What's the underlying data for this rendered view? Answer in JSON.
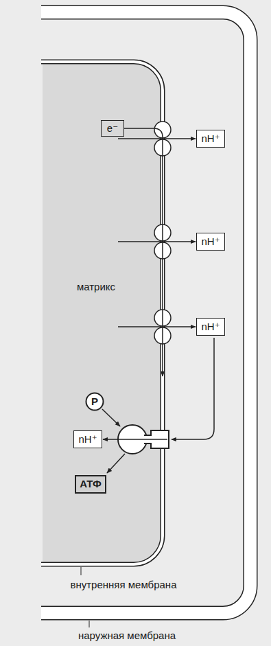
{
  "diagram": {
    "nodes": [
      {
        "text": [
          "e⁻"
        ]
      },
      {
        "text": [
          "nH⁺"
        ]
      },
      {
        "text": [
          "nH⁺"
        ]
      },
      {
        "text": [
          "nH⁺"
        ]
      },
      {
        "text": [
          "P"
        ]
      },
      {
        "text": [
          "nH⁺"
        ]
      },
      {
        "text": [
          "АТФ"
        ]
      }
    ],
    "labels": [
      "матрикс",
      "внутренняя мембрана",
      "наружная мембрана"
    ]
  }
}
